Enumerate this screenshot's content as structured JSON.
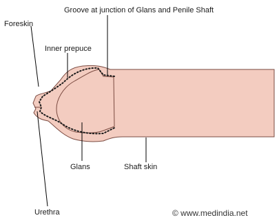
{
  "labels": {
    "groove": "Groove at junction of Glans and Penile Shaft",
    "foreskin": "Foreskin",
    "inner_prepuce": "Inner prepuce",
    "glans": "Glans",
    "shaft_skin": "Shaft skin",
    "urethra": "Urethra"
  },
  "credit": "© www.medindia.net",
  "colors": {
    "skin_fill": "#f3ccc0",
    "outline": "#7a4a40",
    "dots": "#1a1a1a",
    "leader": "#000000"
  }
}
